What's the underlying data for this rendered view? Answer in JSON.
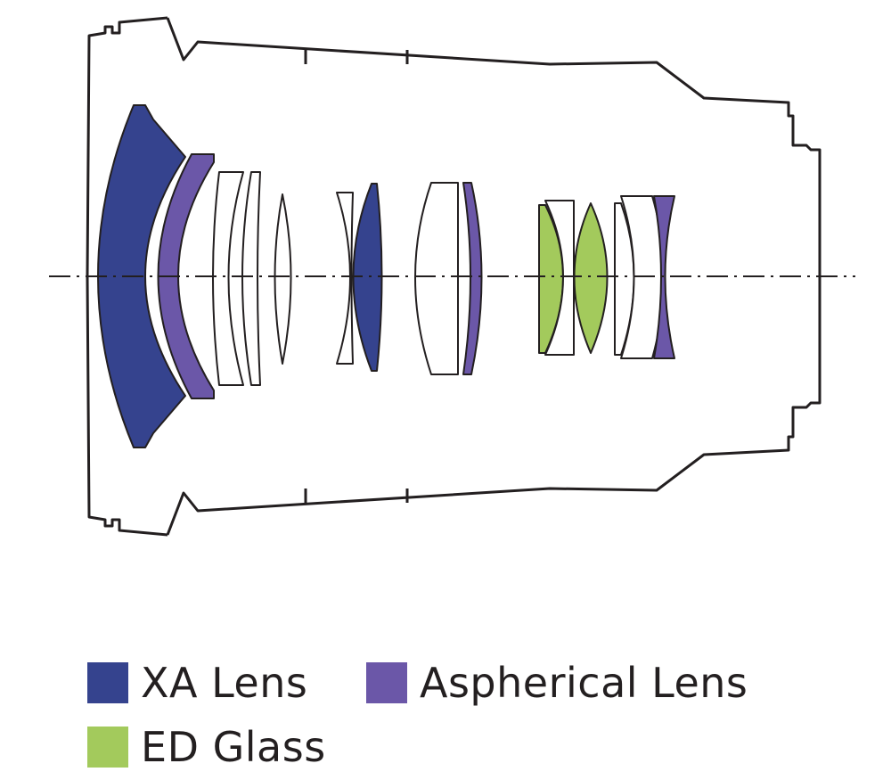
{
  "legend": {
    "xa": {
      "label": "XA Lens",
      "color": "#35438e"
    },
    "aspherical": {
      "label": "Aspherical Lens",
      "color": "#6b57a8"
    },
    "ed": {
      "label": "ED Glass",
      "color": "#a3ca5c"
    }
  },
  "colors": {
    "outline": "#231f20",
    "plain": "#ffffff"
  },
  "lens_elements": [
    "xa",
    "aspherical",
    "plain",
    "plain",
    "plain",
    "plain",
    "xa",
    "plain",
    "aspherical",
    "ed",
    "plain",
    "ed",
    "plain",
    "plain",
    "aspherical"
  ]
}
